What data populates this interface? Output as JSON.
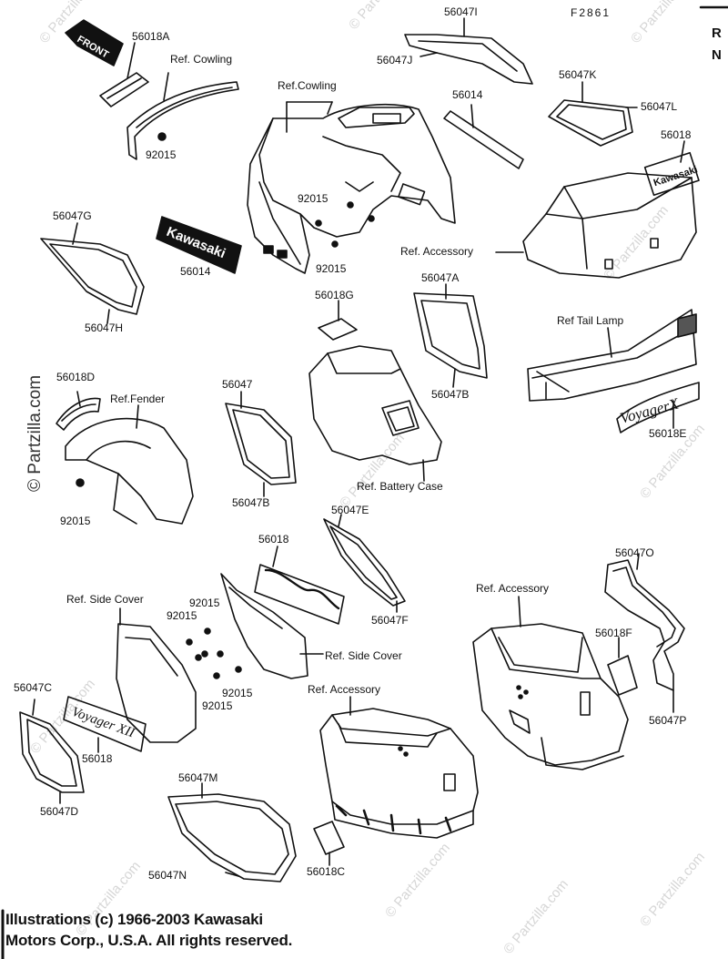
{
  "diagram_id": "F2861",
  "corner_letters": [
    "R",
    "N"
  ],
  "front_tag": "FRONT",
  "watermark": "© Partzilla.com",
  "copyright": {
    "line1": "Illustrations (c) 1966-2003 Kawasaki",
    "line2": "Motors Corp., U.S.A.  All rights reserved."
  },
  "labels": {
    "p56018A": "56018A",
    "ref_cowling_1": "Ref. Cowling",
    "ref_cowling_2": "Ref.Cowling",
    "p92015_a": "92015",
    "p56047I": "56047I",
    "p56047J": "56047J",
    "p56014_top": "56014",
    "p56047K": "56047K",
    "p56047L": "56047L",
    "p56018_top": "56018",
    "p56047G": "56047G",
    "p56014_mid": "56014",
    "p92015_b": "92015",
    "p92015_c": "92015",
    "ref_accessory_1": "Ref. Accessory",
    "p56047H": "56047H",
    "p56018G": "56018G",
    "p56047A": "56047A",
    "ref_tail_lamp": "Ref  Tail Lamp",
    "p56047B_a": "56047B",
    "p56018E": "56018E",
    "p56018D": "56018D",
    "ref_fender": "Ref.Fender",
    "p56047": "56047",
    "p56047B_b": "56047B",
    "ref_battery_case": "Ref. Battery Case",
    "p92015_d": "92015",
    "p56047E": "56047E",
    "p56018_mid": "56018",
    "p56047O": "56047O",
    "ref_accessory_2": "Ref. Accessory",
    "p56047F": "56047F",
    "ref_side_cover_1": "Ref. Side Cover",
    "p92015_e": "92015",
    "p92015_f": "92015",
    "p56018F": "56018F",
    "ref_side_cover_2": "Ref. Side Cover",
    "p56047C": "56047C",
    "ref_accessory_3": "Ref. Accessory",
    "p56047P": "56047P",
    "p92015_g": "92015",
    "p92015_h": "92015",
    "p56018_low": "56018",
    "p56047D": "56047D",
    "p56047M": "56047M",
    "p56047N": "56047N",
    "p56018C": "56018C"
  },
  "logo_text": {
    "kawasaki_1": "Kawasaki",
    "kawasaki_2": "Kawasaki",
    "voyager_x": "VoyagerX",
    "voyager_xii": "Voyager XII"
  }
}
